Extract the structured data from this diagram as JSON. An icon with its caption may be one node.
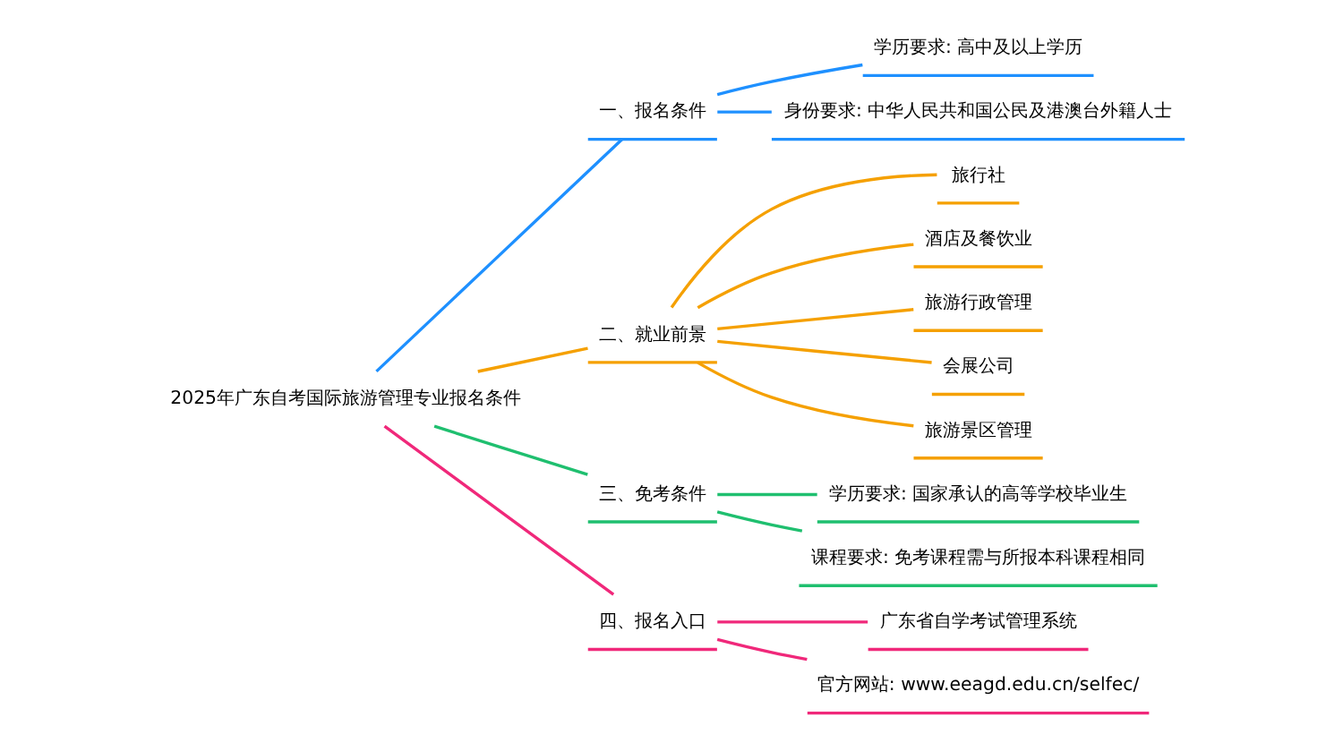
{
  "diagram": {
    "nodes": [
      {
        "text": [
          "2025年广东自考国际旅游管理专业报名条件"
        ]
      },
      {
        "text": [
          "一、报名条件"
        ]
      },
      {
        "text": [
          "学历要求: 高中及以上学历"
        ]
      },
      {
        "text": [
          "身份要求: 中华人民共和国公民及港澳台外籍人士"
        ]
      },
      {
        "text": [
          "二、就业前景"
        ]
      },
      {
        "text": [
          "旅行社"
        ]
      },
      {
        "text": [
          "酒店及餐饮业"
        ]
      },
      {
        "text": [
          "旅游行政管理"
        ]
      },
      {
        "text": [
          "会展公司"
        ]
      },
      {
        "text": [
          "旅游景区管理"
        ]
      },
      {
        "text": [
          "三、免考条件"
        ]
      },
      {
        "text": [
          "学历要求: 国家承认的高等学校毕业生"
        ]
      },
      {
        "text": [
          "课程要求: 免考课程需与所报本科课程相同"
        ]
      },
      {
        "text": [
          "四、报名入口"
        ]
      },
      {
        "text": [
          "广东省自学考试管理系统"
        ]
      },
      {
        "text": [
          "官方网站: www.eeagd.edu.cn/selfec/"
        ]
      }
    ],
    "edges": [
      {
        "from": 0,
        "to": 1,
        "arrow": "none",
        "color": "#1e90ff"
      },
      {
        "from": 1,
        "to": 2,
        "arrow": "none",
        "color": "#1e90ff"
      },
      {
        "from": 1,
        "to": 3,
        "arrow": "none",
        "color": "#1e90ff"
      },
      {
        "from": 0,
        "to": 4,
        "arrow": "none",
        "color": "#f5a000"
      },
      {
        "from": 4,
        "to": 5,
        "arrow": "none",
        "color": "#f5a000"
      },
      {
        "from": 4,
        "to": 6,
        "arrow": "none",
        "color": "#f5a000"
      },
      {
        "from": 4,
        "to": 7,
        "arrow": "none",
        "color": "#f5a000"
      },
      {
        "from": 4,
        "to": 8,
        "arrow": "none",
        "color": "#f5a000"
      },
      {
        "from": 4,
        "to": 9,
        "arrow": "none",
        "color": "#f5a000"
      },
      {
        "from": 0,
        "to": 10,
        "arrow": "none",
        "color": "#1fbf6f"
      },
      {
        "from": 10,
        "to": 11,
        "arrow": "none",
        "color": "#1fbf6f"
      },
      {
        "from": 10,
        "to": 12,
        "arrow": "none",
        "color": "#1fbf6f"
      },
      {
        "from": 0,
        "to": 13,
        "arrow": "none",
        "color": "#f0287a"
      },
      {
        "from": 13,
        "to": 14,
        "arrow": "none",
        "color": "#f0287a"
      },
      {
        "from": 13,
        "to": 15,
        "arrow": "none",
        "color": "#f0287a"
      }
    ]
  }
}
